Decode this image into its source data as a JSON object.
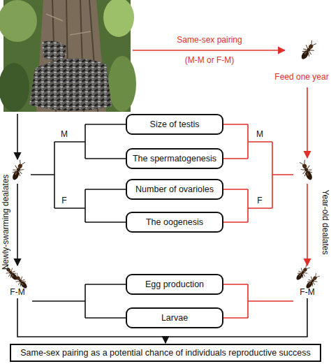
{
  "diagram": {
    "nodes": [
      {
        "text": [
          "Size of testis"
        ]
      },
      {
        "text": [
          "The spermatogenesis"
        ]
      },
      {
        "text": [
          "Number of ovarioles"
        ]
      },
      {
        "text": [
          "The oogenesis"
        ]
      },
      {
        "text": [
          "Egg production"
        ]
      },
      {
        "text": [
          "Larvae"
        ]
      },
      {
        "text": [
          "Same-sex pairing as a potential chance of individuals reproductive success"
        ]
      }
    ],
    "labels": [
      "Same-sex pairing",
      "(M-M or F-M)",
      "Feed one year",
      "Newly-swarming dealates",
      "Year-old dealates",
      "M",
      "F",
      "M",
      "F",
      "F-M",
      "F-M"
    ]
  }
}
